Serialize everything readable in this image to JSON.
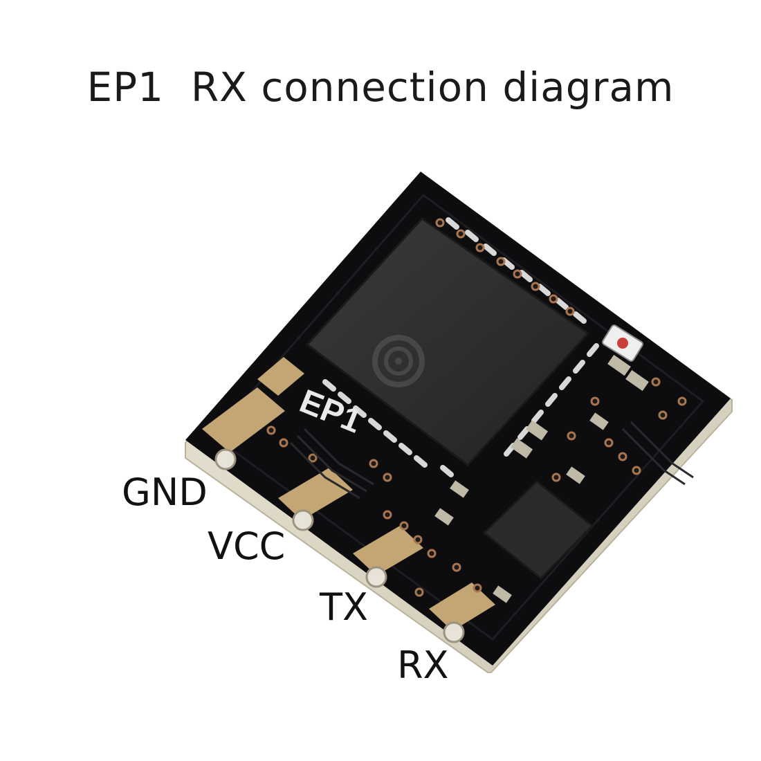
{
  "title": "EP1  RX connection diagram",
  "board": {
    "silkscreen": "EP1",
    "pcb_color": "#0d0d0f",
    "pad_color": "#c4a574"
  },
  "pins": [
    {
      "label": "GND"
    },
    {
      "label": "VCC"
    },
    {
      "label": "TX"
    },
    {
      "label": "RX"
    }
  ]
}
